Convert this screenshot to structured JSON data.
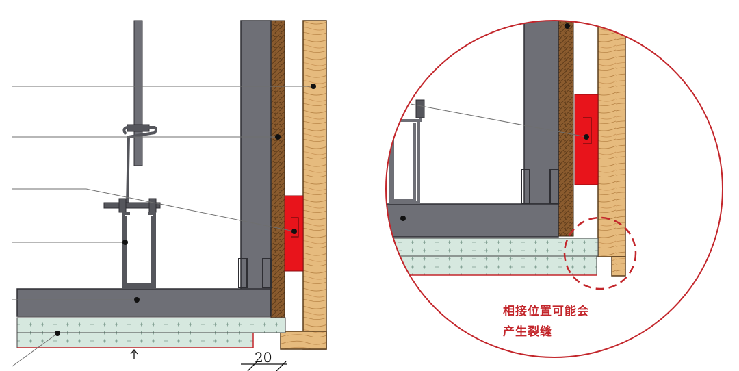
{
  "dimension": "20",
  "callout": {
    "line1": "相接位置可能会",
    "line2": "产生裂缝"
  },
  "colors": {
    "steel": "#6e6f76",
    "wood": "#e2b77a",
    "wood_dark": "#8a5a2c",
    "seal": "#e8141b",
    "board": "#d6e8df",
    "leader": "#6f6f6f",
    "circle": "#c3262b"
  }
}
